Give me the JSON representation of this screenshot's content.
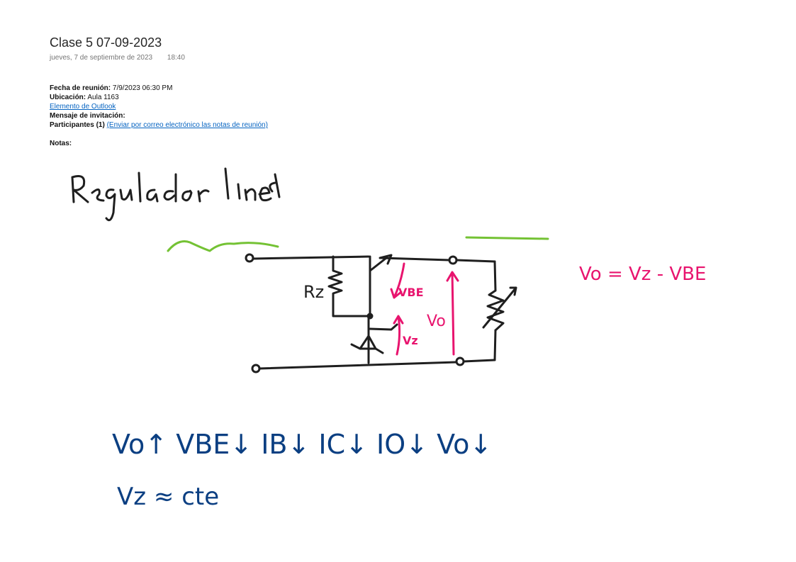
{
  "page": {
    "title": "Clase 5 07-09-2023",
    "date": "jueves, 7 de septiembre de 2023",
    "time": "18:40"
  },
  "meeting": {
    "date_label": "Fecha de reunión:",
    "date_value": "7/9/2023 06:30 PM",
    "location_label": "Ubicación:",
    "location_value": "Aula 1163",
    "outlook_link": "Elemento de Outlook",
    "invite_label": "Mensaje de invitación:",
    "participants_label": "Participantes (1)",
    "participants_link": "(Enviar por correo electrónico las notas de reunión)",
    "notes_label": "Notas:"
  },
  "ink": {
    "heading": "Regulador lineal",
    "resistor_label": "Rz",
    "vbe_label": "VBE",
    "vz_label": "Vz",
    "vo_label": "Vo",
    "equation": "Vo = Vz - VBE",
    "relations": "Vo↑ VBE↓ IB↓ IC↓ IO↓ Vo↓",
    "vz_const": "Vz ≈ cte",
    "colors": {
      "black": "#1f1f1f",
      "magenta": "#e8146e",
      "blue": "#0b3f82",
      "green": "#74c234"
    }
  }
}
